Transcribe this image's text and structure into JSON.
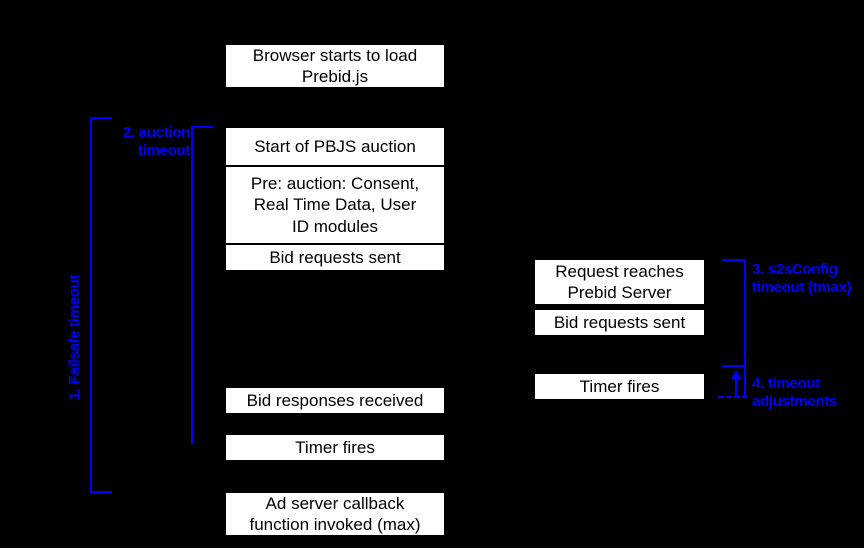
{
  "diagram": {
    "title": "Prebid.js timeout sequence diagram",
    "background_color": "#000000",
    "box_fill": "#ffffff",
    "box_text_color": "#000000",
    "annotation_color": "#0000ff"
  },
  "client_flow": {
    "boxes": [
      {
        "id": "browser-load",
        "label": "Browser starts to load\nPrebid.js"
      },
      {
        "id": "auction-start",
        "label": "Start of PBJS auction"
      },
      {
        "id": "pre-auction",
        "label": "Pre: auction: Consent,\nReal Time Data, User\nID modules"
      },
      {
        "id": "bid-requests-sent",
        "label": "Bid requests sent"
      },
      {
        "id": "bid-responses-received",
        "label": "Bid responses received"
      },
      {
        "id": "timer-fires",
        "label": "Timer fires"
      },
      {
        "id": "ad-server-callback",
        "label": "Ad server callback\nfunction invoked (max)"
      }
    ]
  },
  "server_flow": {
    "boxes": [
      {
        "id": "request-reaches-server",
        "label": "Request reaches\nPrebid Server"
      },
      {
        "id": "server-bid-requests-sent",
        "label": "Bid requests sent"
      },
      {
        "id": "server-timer-fires",
        "label": "Timer fires"
      }
    ]
  },
  "annotations": [
    {
      "id": "failsafe-timeout",
      "label": "1. Failsafe timeout",
      "orientation": "vertical"
    },
    {
      "id": "auction-timeout",
      "label": "2. auction\ntimeout",
      "orientation": "horizontal"
    },
    {
      "id": "s2sconfig-timeout",
      "label": "3. s2sConfig\ntimeout (tmax)",
      "orientation": "horizontal"
    },
    {
      "id": "timeout-adjustments",
      "label": "4. timeout\nadjustments",
      "orientation": "horizontal"
    }
  ]
}
